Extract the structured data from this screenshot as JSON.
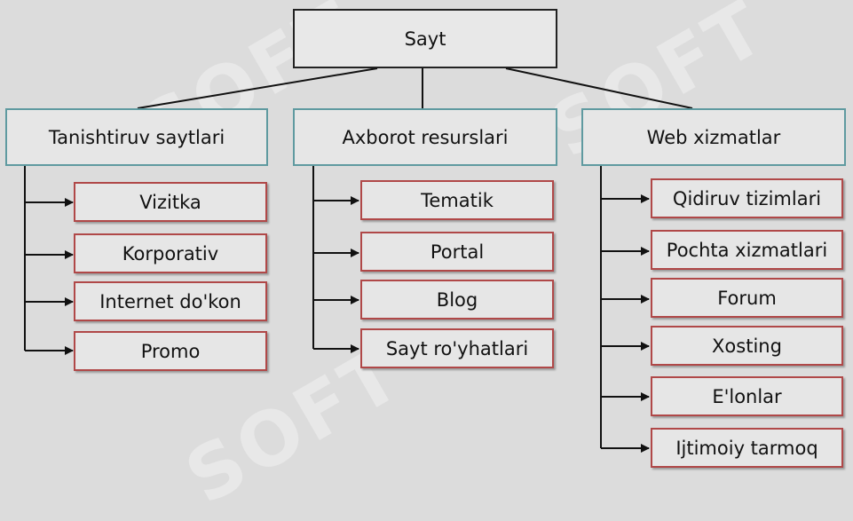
{
  "root": {
    "label": "Sayt"
  },
  "categories": [
    {
      "label": "Tanishtiruv saytlari",
      "items": [
        "Vizitka",
        "Korporativ",
        "Internet do'kon",
        "Promo"
      ]
    },
    {
      "label": "Axborot resurslari",
      "items": [
        "Tematik",
        "Portal",
        "Blog",
        "Sayt ro'yhatlari"
      ]
    },
    {
      "label": "Web xizmatlar",
      "items": [
        "Qidiruv tizimlari",
        "Pochta xizmatlari",
        "Forum",
        "Xosting",
        "E'lonlar",
        "Ijtimoiy tarmoq"
      ]
    }
  ],
  "colors": {
    "background": "#dcdcdc",
    "line": "#111111",
    "category_border": "#5f9aa0",
    "item_border": "#b04848"
  }
}
